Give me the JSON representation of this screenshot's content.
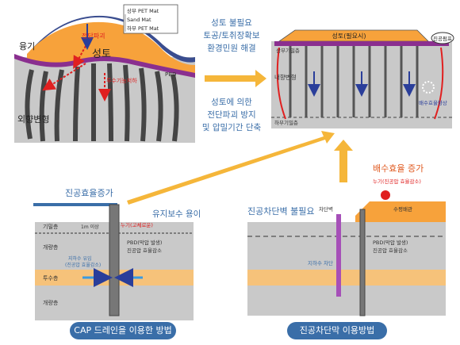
{
  "top_left": {
    "layers": [
      "상부 PET Mat",
      "Sand Mat",
      "하부 PET Mat"
    ],
    "shear_failure": "전단파괴",
    "heave": "융기",
    "fill": "성토",
    "permeability": "투수기능저하",
    "pbd": "PBD",
    "lateral": "외향변형"
  },
  "top_right": {
    "fill": "성토(필요시)",
    "pump": "진공펌프",
    "upper_seal": "상부기밀층",
    "inner": "내향변형",
    "lower_seal": "하부기밀층",
    "efficiency": "배수효율향상"
  },
  "middle_texts": {
    "t1": [
      "성토 불필요",
      "토공/토취장확보",
      "환경민원 해결"
    ],
    "t2": [
      "성토에 의한",
      "전단파괴 방지",
      "및 압밀기간 단축"
    ]
  },
  "bottom_left": {
    "title": "진공효율증가",
    "maint": "유지보수 용이",
    "seal": "기밀층",
    "thickness": "1m 이상",
    "leak": "누기(고체로운)",
    "clay1": "개량층",
    "pbd": "PBD(막압 발생)",
    "pbd2": "진공압 효율감소",
    "groundwater": "지하수 유입",
    "groundwater2": "(진공압 효율감소)",
    "perm": "투수층",
    "clay2": "개량층",
    "caption": "CAP 드레인을 이용한 방법"
  },
  "bottom_right": {
    "title": "진공차단벽 불필요",
    "wall": "차단벽",
    "efficiency": "배수효율 증가",
    "leak": "누기(진공압 효율감소)",
    "hole": "수평배관",
    "pbd": "PBD(막압 발생)",
    "pbd2": "진공압 효율감소",
    "groundwater": "지하수 차단",
    "caption": "진공차단막 이용방법"
  },
  "colors": {
    "soil": "#c8c8c8",
    "fill": "#f7a23b",
    "drain": "#555555",
    "arrow": "#f5b63a",
    "blue": "#3a6ea8",
    "red": "#e02020",
    "perm": "#f6c27a"
  }
}
